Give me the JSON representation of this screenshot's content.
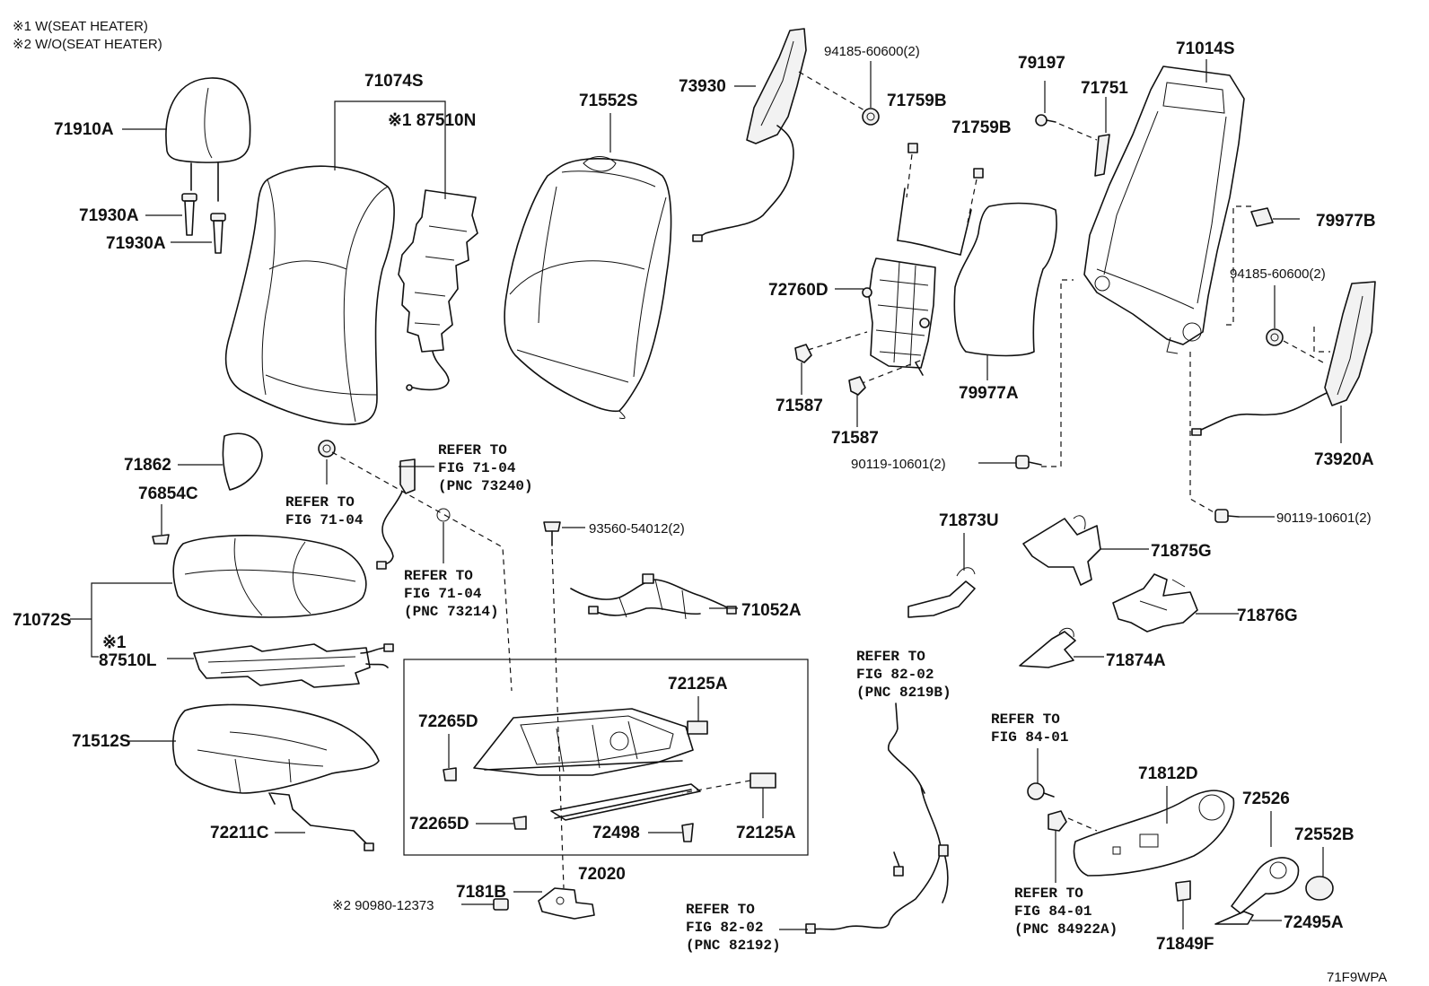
{
  "notes": {
    "note1": "※1 W(SEAT HEATER)",
    "note2": "※2 W/O(SEAT HEATER)"
  },
  "diagram_code": "71F9WPA",
  "parts": {
    "p71910A": "71910A",
    "p71930A_1": "71930A",
    "p71930A_2": "71930A",
    "p71074S": "71074S",
    "p87510N": "※1 87510N",
    "p71552S": "71552S",
    "p73930": "73930",
    "p94185_top": "94185-60600(2)",
    "p71759B_1": "71759B",
    "p71759B_2": "71759B",
    "p79197": "79197",
    "p71751": "71751",
    "p71014S": "71014S",
    "p79977B": "79977B",
    "p94185_right": "94185-60600(2)",
    "p72760D": "72760D",
    "p71587_1": "71587",
    "p71587_2": "71587",
    "p79977A": "79977A",
    "p90119_1": "90119-10601(2)",
    "p73920A": "73920A",
    "p90119_2": "90119-10601(2)",
    "p71862": "71862",
    "p76854C": "76854C",
    "p71072S": "71072S",
    "p87510L_mark": "※1",
    "p87510L": "87510L",
    "p71512S": "71512S",
    "p72211C": "72211C",
    "p93560": "93560-54012(2)",
    "p71052A": "71052A",
    "p72125A_1": "72125A",
    "p72265D_1": "72265D",
    "p72265D_2": "72265D",
    "p72498": "72498",
    "p72125A_2": "72125A",
    "p72020": "72020",
    "p7181B": "7181B",
    "p90980": "※2 90980-12373",
    "p71873U": "71873U",
    "p71875G": "71875G",
    "p71876G": "71876G",
    "p71874A": "71874A",
    "p71812D": "71812D",
    "p72526": "72526",
    "p72552B": "72552B",
    "p72495A": "72495A",
    "p71849F": "71849F"
  },
  "refs": {
    "r1": [
      "REFER TO",
      "FIG 71-04"
    ],
    "r2": [
      "REFER TO",
      "FIG 71-04",
      "(PNC 73240)"
    ],
    "r3": [
      "REFER TO",
      "FIG 71-04",
      "(PNC 73214)"
    ],
    "r4": [
      "REFER TO",
      "FIG 82-02",
      "(PNC 8219B)"
    ],
    "r5": [
      "REFER TO",
      "FIG 84-01"
    ],
    "r6": [
      "REFER TO",
      "FIG 84-01",
      "(PNC 84922A)"
    ],
    "r7": [
      "REFER TO",
      "FIG 82-02",
      "(PNC 82192)"
    ]
  }
}
